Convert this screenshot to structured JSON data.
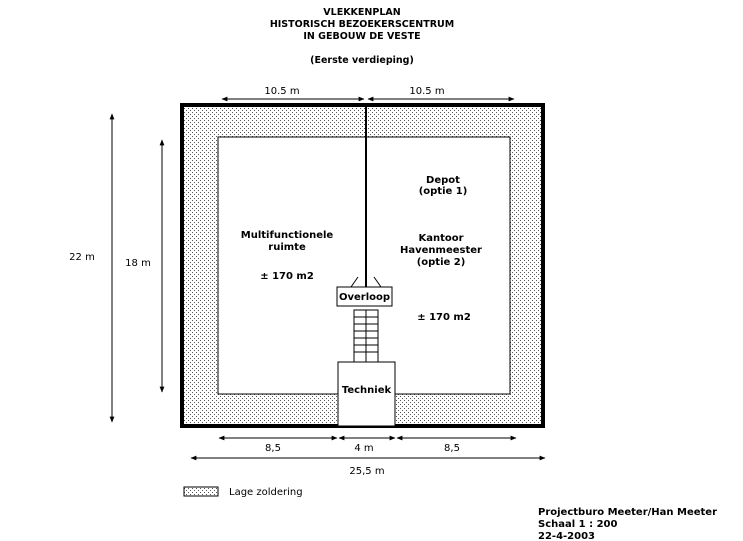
{
  "title": {
    "line1": "VLEKKENPLAN",
    "line2": "HISTORISCH BEZOEKERSCENTRUM",
    "line3": "IN GEBOUW DE VESTE",
    "subtitle": "(Eerste verdieping)"
  },
  "dimensions": {
    "top_left": "10.5 m",
    "top_right": "10.5 m",
    "outer_height": "22 m",
    "inner_height": "18 m",
    "bottom_left": "8,5",
    "bottom_middle": "4 m",
    "bottom_right": "8,5",
    "bottom_total": "25,5 m"
  },
  "rooms": {
    "left": {
      "name_line1": "Multifunctionele",
      "name_line2": "ruimte",
      "area": "± 170 m2"
    },
    "right": {
      "depot_line1": "Depot",
      "depot_line2": "(optie 1)",
      "office_line1": "Kantoor",
      "office_line2": "Havenmeester",
      "office_line3": "(optie 2)",
      "area": "± 170 m2"
    },
    "overloop": "Overloop",
    "techniek": "Techniek"
  },
  "legend": {
    "label": "Lage zoldering"
  },
  "credits": {
    "line1": "Projectburo Meeter/Han Meeter",
    "line2": "Schaal 1 : 200",
    "line3": "22-4-2003"
  }
}
